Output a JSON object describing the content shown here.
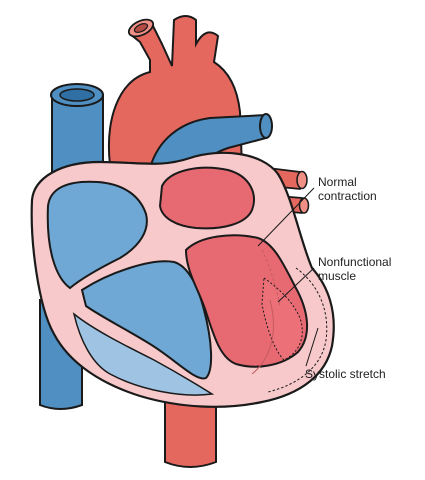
{
  "labels": {
    "normal_contraction": [
      "Normal",
      "contraction"
    ],
    "nonfunctional_muscle": [
      "Nonfunctional",
      "muscle"
    ],
    "systolic_stretch": "Systolic stretch"
  },
  "colors": {
    "outline": "#1a1a1a",
    "artery_red": "#e5685f",
    "artery_light": "#ef8f86",
    "vein_blue": "#4f8fc2",
    "vein_light": "#7fb3da",
    "chamber_blue": "#6fa8d4",
    "chamber_red": "#e76a72",
    "myocardium_pink": "#f7c9cb",
    "nonfunctional_red": "#ec7078",
    "text": "#222222"
  },
  "icons": [
    "heart-cross-section-illustration"
  ]
}
